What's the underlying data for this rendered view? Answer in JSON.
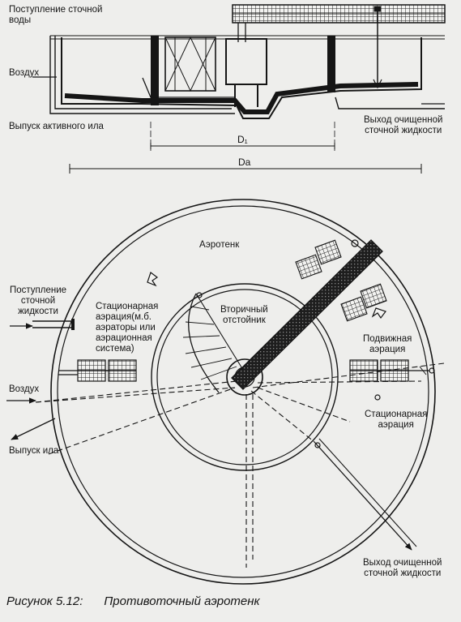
{
  "section": {
    "inflow": "Поступление сточной\nводы",
    "air": "Воздух",
    "sludge_out": "Выпуск активного ила",
    "outflow": "Выход очищенной\nсточной жидкости",
    "dim_inner": "D₁",
    "dim_outer": "Da"
  },
  "plan": {
    "aerotank": "Аэротенк",
    "inflow": "Поступление\nсточной\nжидкости",
    "stationary_left": "Стационарная\nаэрация(м.б.\nаэраторы или\nаэрационная\nсистема)",
    "clarifier": "Вторичный\nотстойник",
    "mobile": "Подвижная\nаэрация",
    "air": "Воздух",
    "stationary_right": "Стационарная\nаэрация",
    "sludge_out": "Выпуск ила",
    "outflow": "Выход очищенной\nсточной жидкости"
  },
  "caption": {
    "number": "Рисунок 5.12:",
    "title": "Противоточный аэротенк"
  }
}
